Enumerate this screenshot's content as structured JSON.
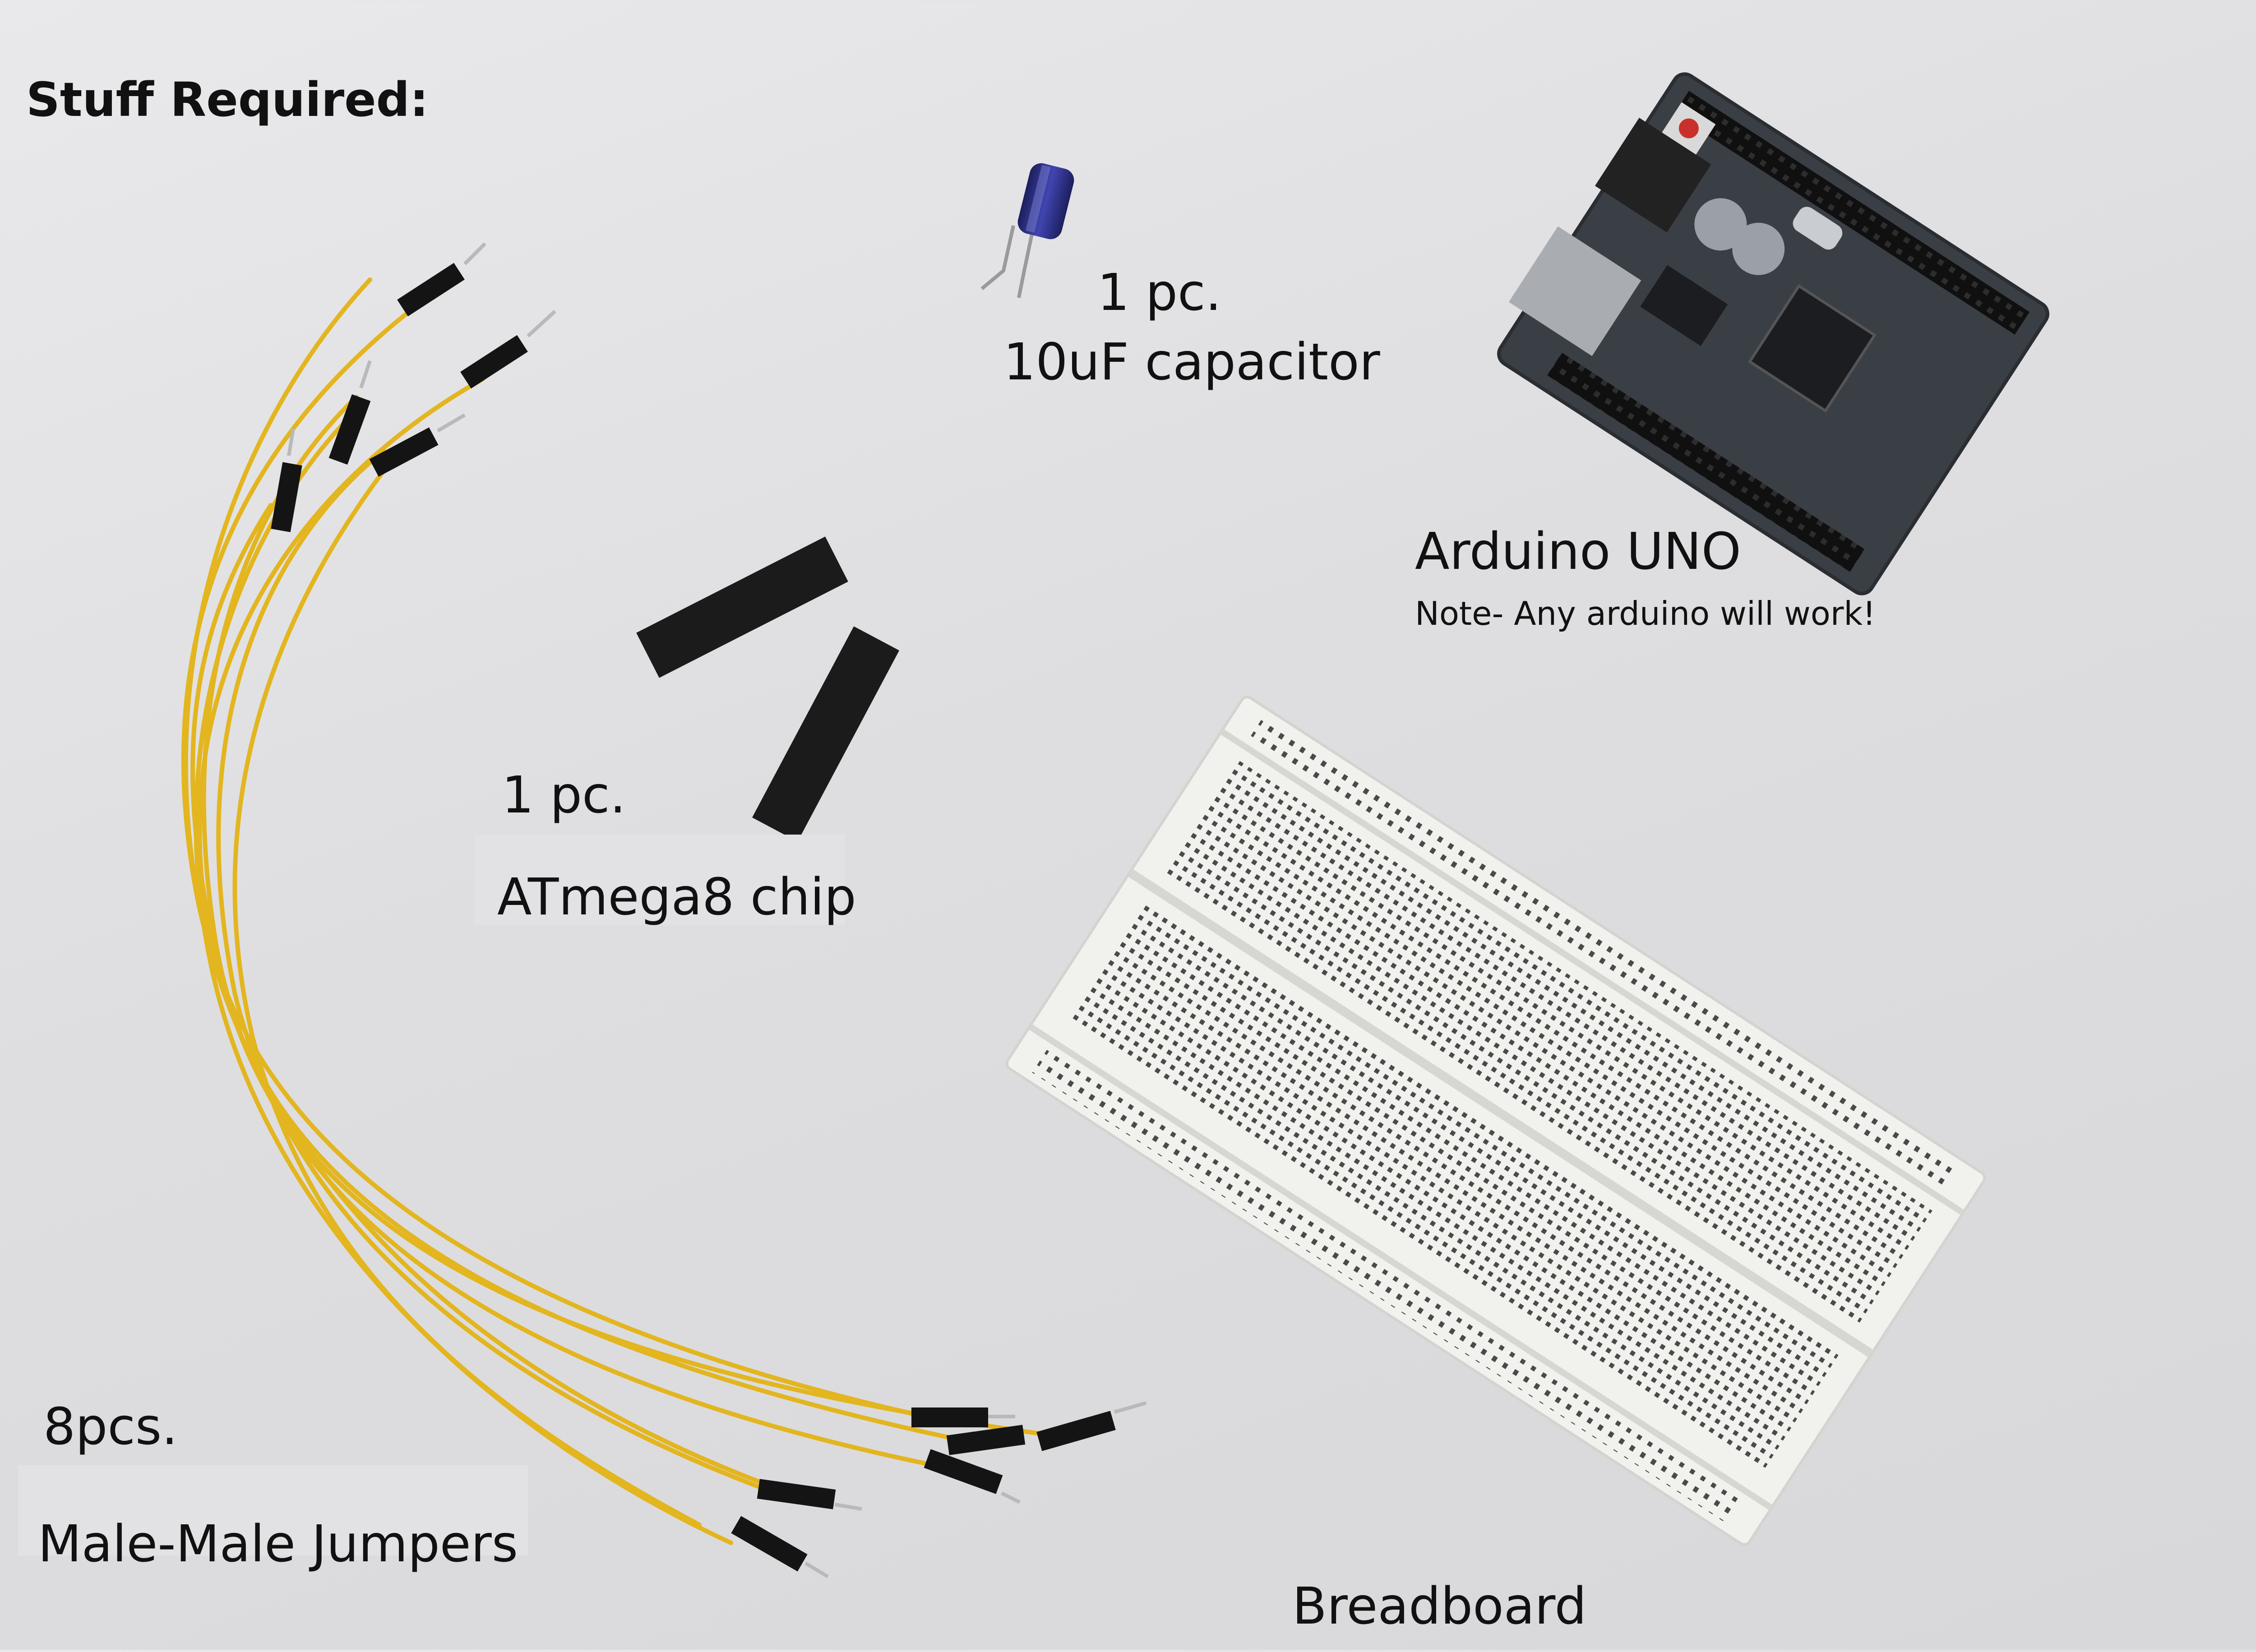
{
  "heading": "Stuff Required:",
  "capacitor": {
    "quantity": "1 pc.",
    "name": "10uF capacitor"
  },
  "arduino": {
    "name": "Arduino UNO",
    "note": "Note- Any arduino will work!"
  },
  "chip": {
    "quantity": "1 pc.",
    "name": "ATmega8 chip"
  },
  "jumpers": {
    "quantity": "8pcs.",
    "name": "Male-Male Jumpers"
  },
  "breadboard": {
    "name": "Breadboard"
  },
  "colors": {
    "background": "#dcdcde",
    "wire": "#e3b51f",
    "pcb": "#3a3f45",
    "breadboard": "#f2f2ef",
    "chip": "#1b1b1b",
    "capacitor": "#2c2f86"
  }
}
